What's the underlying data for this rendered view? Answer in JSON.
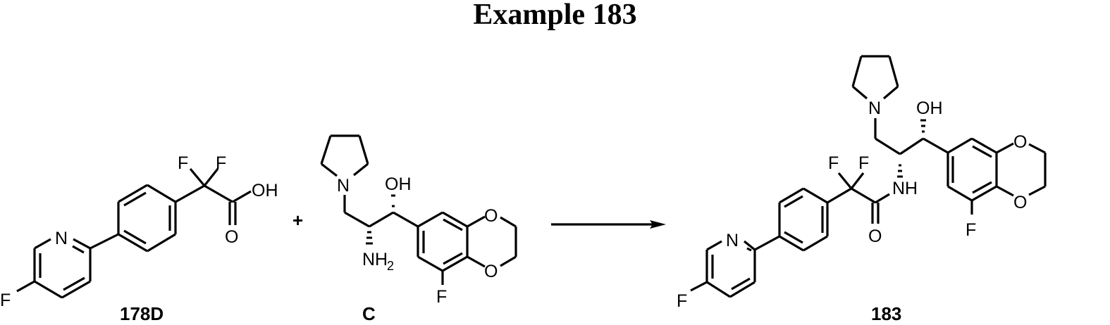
{
  "title": "Example 183",
  "colors": {
    "ink": "#000000",
    "background": "#ffffff"
  },
  "reaction": {
    "reactant_1": {
      "label": "178D",
      "atoms": {
        "N": "N",
        "F_pyridine": "F",
        "F1": "F",
        "F2": "F",
        "OH": "OH",
        "O": "O"
      }
    },
    "plus": "+",
    "reactant_2": {
      "label": "C",
      "atoms": {
        "N": "N",
        "OH": "OH",
        "NH": "NH",
        "NH_sub": "2",
        "O1": "O",
        "O2": "O",
        "F": "F"
      }
    },
    "arrow": "right-arrow",
    "product": {
      "label": "183",
      "atoms": {
        "N_pyr": "N",
        "F_pyridine": "F",
        "F1": "F",
        "F2": "F",
        "O": "O",
        "NH": "NH",
        "N": "N",
        "OH": "OH",
        "O1": "O",
        "O2": "O",
        "F": "F"
      }
    }
  }
}
